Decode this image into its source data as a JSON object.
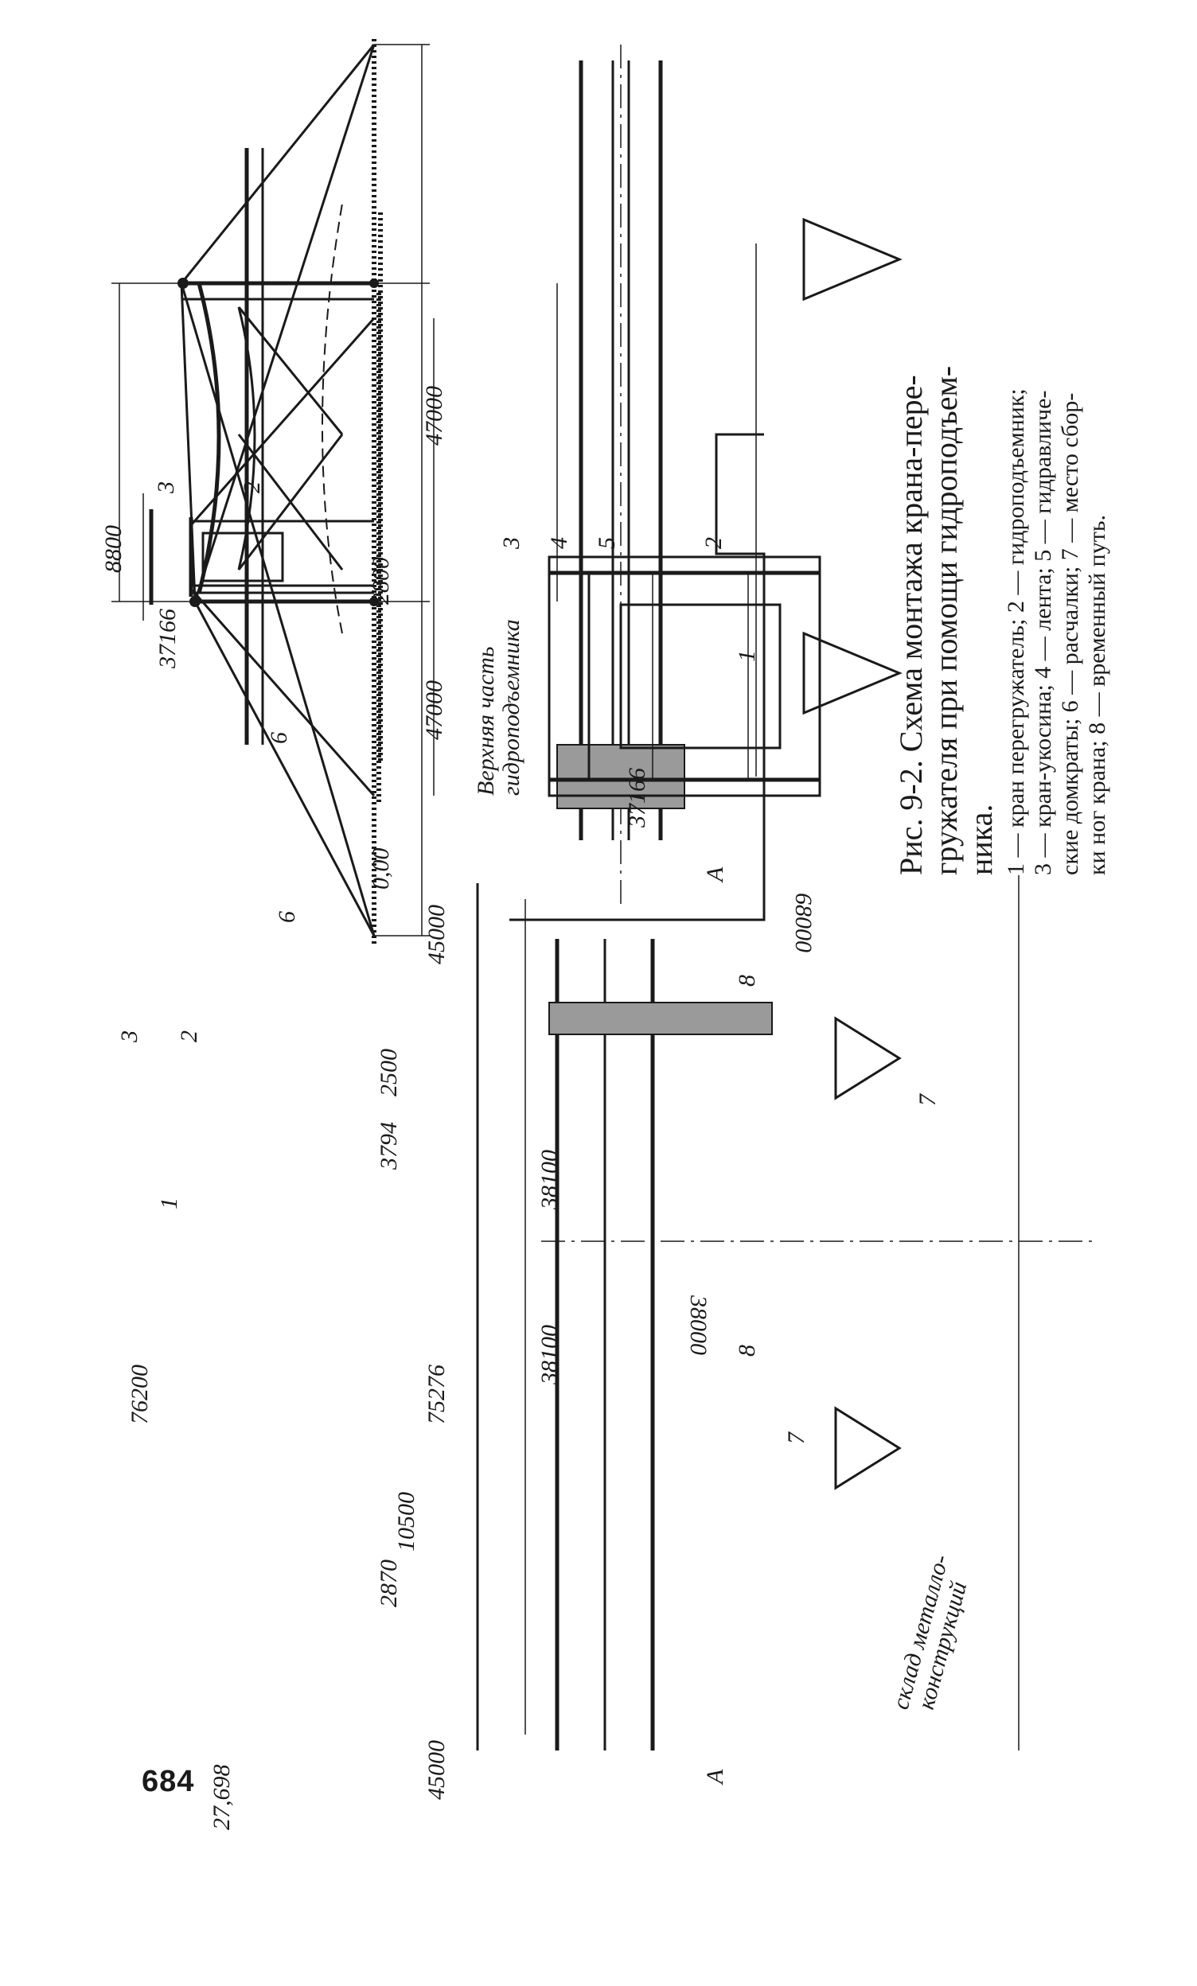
{
  "page_number": "684",
  "caption": {
    "line1": "Рис. 9-2. Схема монтажа крана-пере-",
    "line2": "гружателя при помощи гидроподъем-",
    "line3": "ника.",
    "legend1": "1 — кран перегружатель; 2 — гидроподъемник;",
    "legend2": "3 — кран-укосина; 4 — лента; 5 — гидравличе-",
    "legend3": "ские домкраты; 6 — расчалки; 7 — место сбор-",
    "legend4": "ки ног крана; 8 — временный путь."
  },
  "elevation": {
    "dims": [
      "76200",
      "75276",
      "45000",
      "45000",
      "2870",
      "10500",
      "3794",
      "2500"
    ],
    "levels": [
      "27,698",
      "0,00"
    ],
    "labels": [
      "1",
      "2",
      "3",
      "6"
    ]
  },
  "side_view": {
    "dims": [
      "47000",
      "47000",
      "8800",
      "2800"
    ],
    "level": "37166",
    "labels": [
      "2",
      "3",
      "6"
    ]
  },
  "detail": {
    "title_line1": "Верхняя часть",
    "title_line2": "гидроподъемника",
    "level": "37166",
    "labels": [
      "1",
      "2",
      "3",
      "4",
      "5"
    ]
  },
  "plan": {
    "dims": [
      "38100",
      "38100",
      "38000",
      "68000"
    ],
    "labels": [
      "7",
      "7",
      "8",
      "8"
    ],
    "section_marks": [
      "А",
      "А"
    ],
    "warehouse_line1": "склад металло-",
    "warehouse_line2": "конструкций"
  }
}
